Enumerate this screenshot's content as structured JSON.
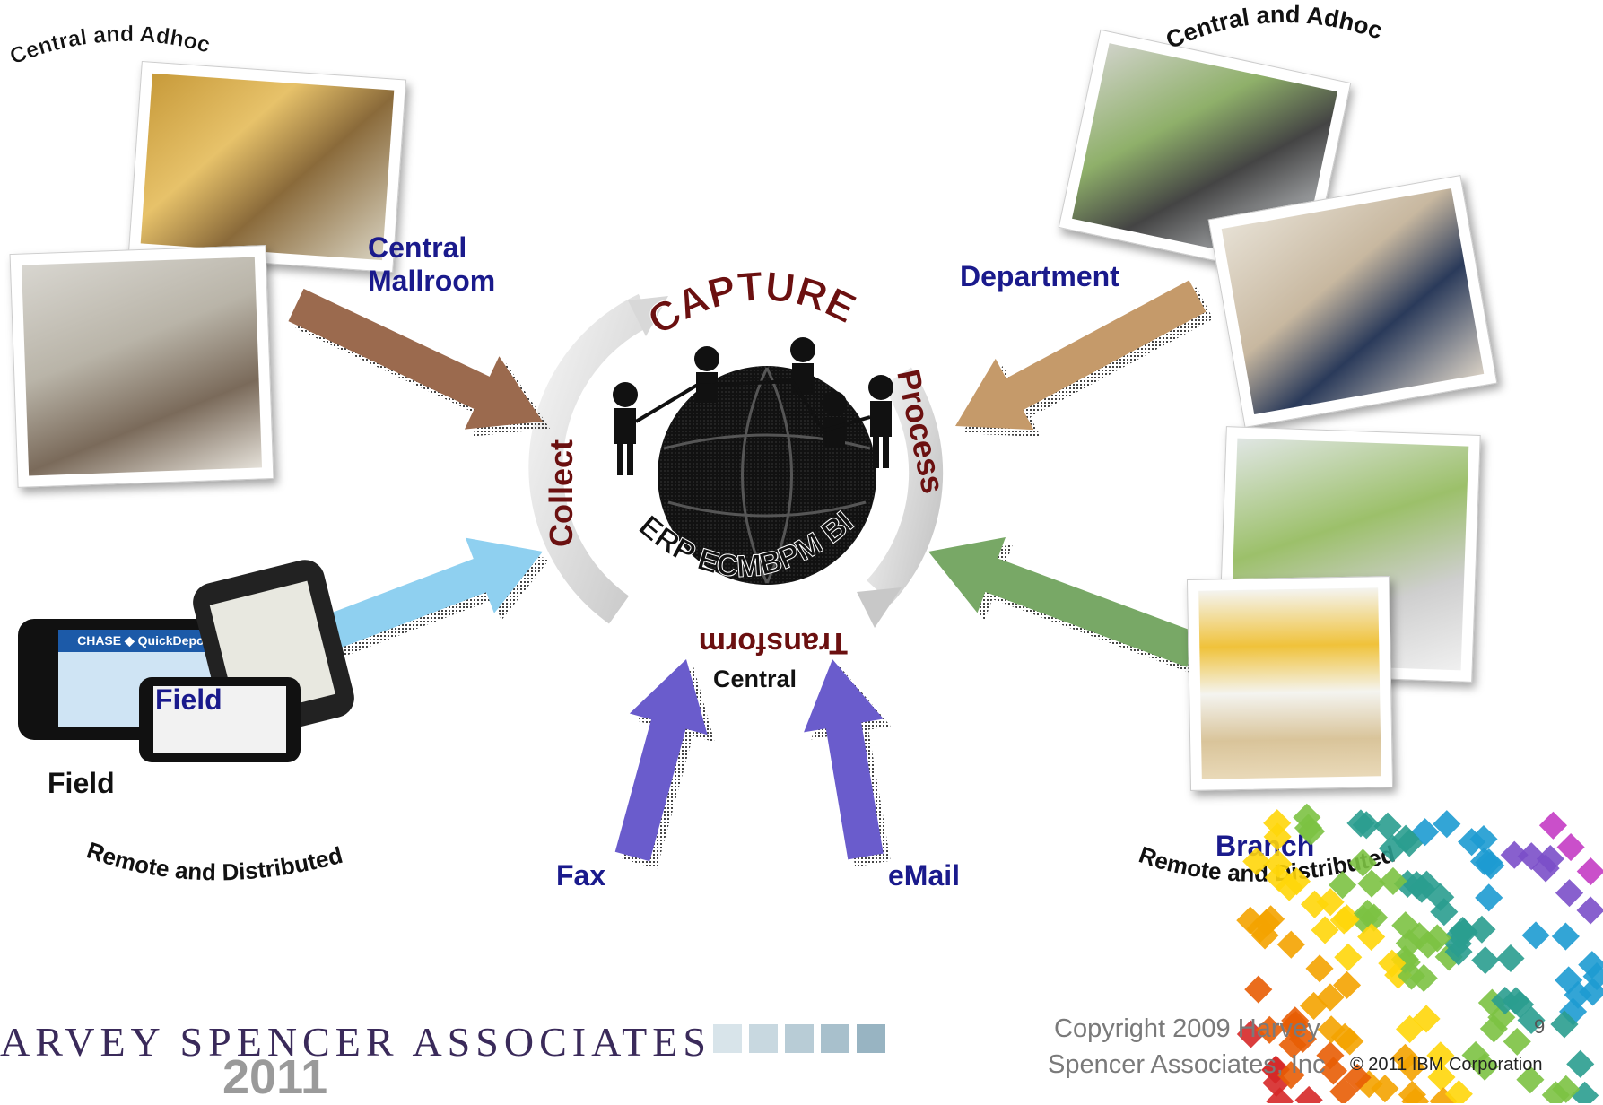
{
  "center": {
    "capture": "CAPTURE",
    "collect": "Collect",
    "process": "Process",
    "transform": "Transform",
    "systems": "ERP ECMBPM BI",
    "central": "Central"
  },
  "arcs": {
    "top_left": "Central and Adhoc",
    "top_right": "Central and Adhoc",
    "bottom_left": "Remote and Distributed",
    "bottom_right": "Remote and Distributed"
  },
  "labels": {
    "central_mailroom_1": "Central",
    "central_mailroom_2": "Mallroom",
    "department": "Department",
    "field_overlay": "Field",
    "field": "Field",
    "fax": "Fax",
    "email": "eMail",
    "branch": "Branch"
  },
  "footer": {
    "logo": "ARVEY SPENCER ASSOCIATES",
    "year": "2011",
    "copyright_1": "Copyright 2009 Harvey",
    "copyright_2": "Spencer Associates, Inc",
    "ibm": "© 2011 IBM Corporation",
    "page": "9"
  },
  "colors": {
    "arrow_brown": "#9b6a4e",
    "arrow_tan": "#c59a6a",
    "arrow_lightblue": "#8fd0f0",
    "arrow_green": "#78a866",
    "arrow_purple": "#6a5ccc",
    "text_dark_red": "#6b1010",
    "label_blue": "#1a1a8c"
  }
}
